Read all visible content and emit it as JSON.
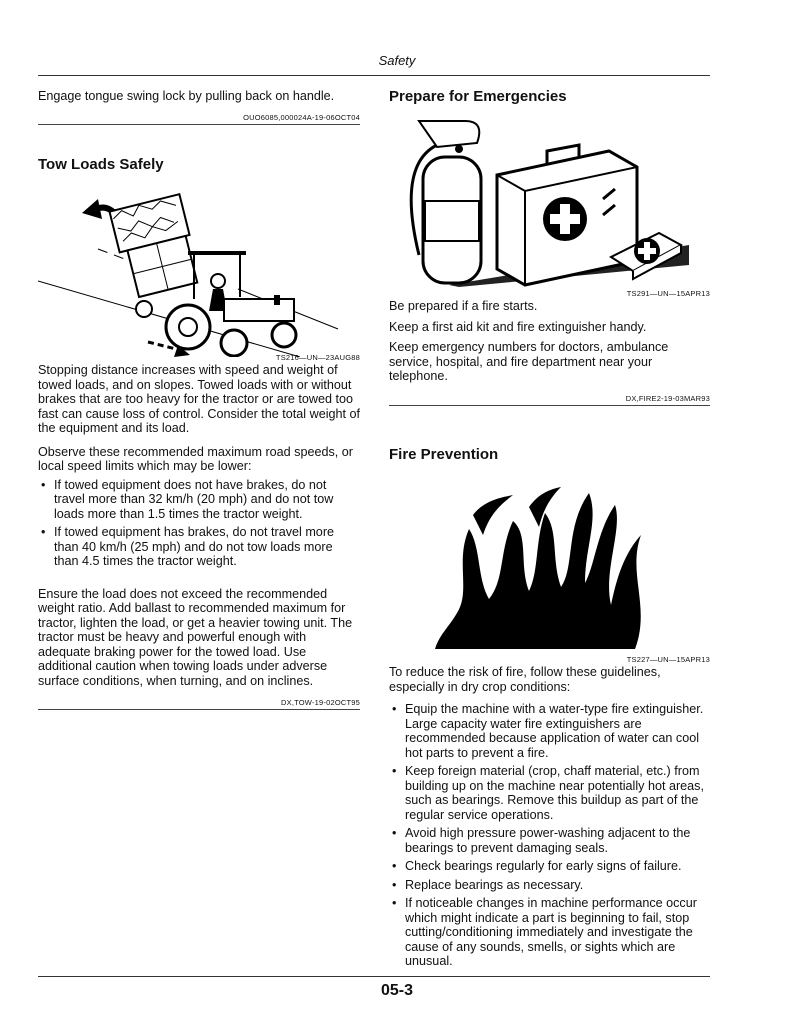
{
  "header": {
    "title": "Safety"
  },
  "left": {
    "intro": "Engage tongue swing lock by pulling back on handle.",
    "intro_code": "OUO6085,000024A-19-06OCT04",
    "tow": {
      "heading": "Tow Loads Safely",
      "figure_code": "TS216—UN—23AUG88",
      "para1": "Stopping distance increases with speed and weight of towed loads, and on slopes. Towed loads with or without brakes that are too heavy for the tractor or are towed too fast can cause loss of control. Consider the total weight of the equipment and its load.",
      "para2": "Observe these recommended maximum road speeds, or local speed limits which may be lower:",
      "bullets": [
        "If towed equipment does not have brakes, do not travel more than 32 km/h (20 mph) and do not tow loads more than 1.5 times the tractor weight.",
        "If towed equipment has brakes, do not travel more than 40 km/h (25 mph) and do not tow loads more than 4.5 times the tractor weight."
      ],
      "para3": "Ensure the load does not exceed the recommended weight ratio. Add ballast to recommended maximum for tractor, lighten the load, or get a heavier towing unit. The tractor must be heavy and powerful enough with adequate braking power for the towed load. Use additional caution when towing loads under adverse surface conditions, when turning, and on inclines.",
      "code": "DX,TOW-19-02OCT95"
    }
  },
  "right": {
    "emergency": {
      "heading": "Prepare for Emergencies",
      "figure_code": "TS291—UN—15APR13",
      "lines": [
        "Be prepared if a fire starts.",
        "Keep a first aid kit and fire extinguisher handy.",
        "Keep emergency numbers for doctors, ambulance service, hospital, and fire department near your telephone."
      ],
      "code": "DX,FIRE2-19-03MAR93"
    },
    "fire": {
      "heading": "Fire Prevention",
      "figure_code": "TS227—UN—15APR13",
      "intro": "To reduce the risk of fire, follow these guidelines, especially in dry crop conditions:",
      "bullets": [
        "Equip the machine with a water-type fire extinguisher. Large capacity water fire extinguishers are recommended because application of water can cool hot parts to prevent a fire.",
        "Keep foreign material (crop, chaff material, etc.) from building up on the machine near potentially hot areas, such as bearings. Remove this buildup as part of the regular service operations.",
        "Avoid high pressure power-washing adjacent to the bearings to prevent damaging seals.",
        "Check bearings regularly for early signs of failure.",
        "Replace bearings as necessary.",
        "If noticeable changes in machine performance occur which might indicate a part is beginning to fail, stop cutting/conditioning immediately and investigate the cause of any sounds, smells, or sights which are unusual."
      ]
    }
  },
  "footer": {
    "page_number": "05-3"
  }
}
